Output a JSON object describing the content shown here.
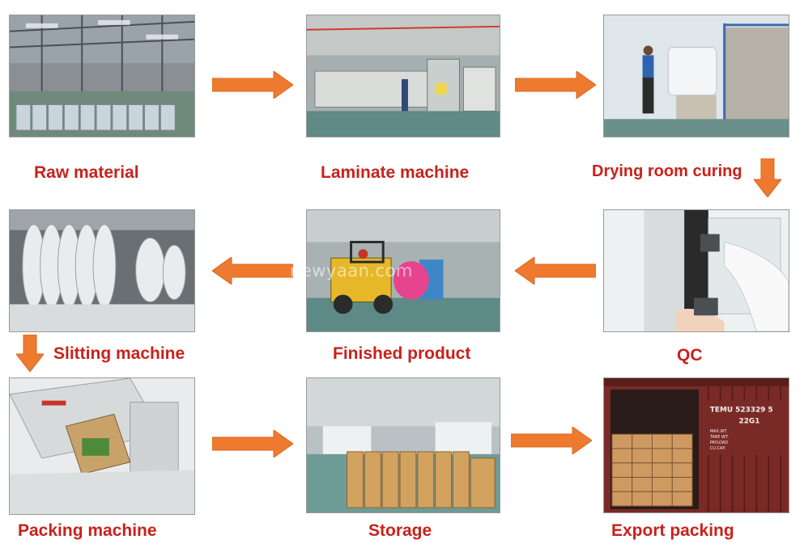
{
  "steps": {
    "raw_material": "Raw material",
    "laminate_machine": "Laminate machine",
    "drying_room_curing": "Drying room curing",
    "qc": "QC",
    "finished_product": "Finished product",
    "slitting_machine": "Slitting machine",
    "packing_machine": "Packing machine",
    "storage": "Storage",
    "export_packing": "Export packing"
  },
  "watermark": "newyaan.com",
  "colors": {
    "caption": "#c8221b",
    "arrow": "#ee7a30",
    "arrow_edge": "#d9661e"
  },
  "container": {
    "id": "TEMU 523329 5",
    "code": "22G1",
    "labels": [
      "MAX.WT.",
      "TARE WT.",
      "PAYLOAD",
      "CU.CAP."
    ]
  }
}
